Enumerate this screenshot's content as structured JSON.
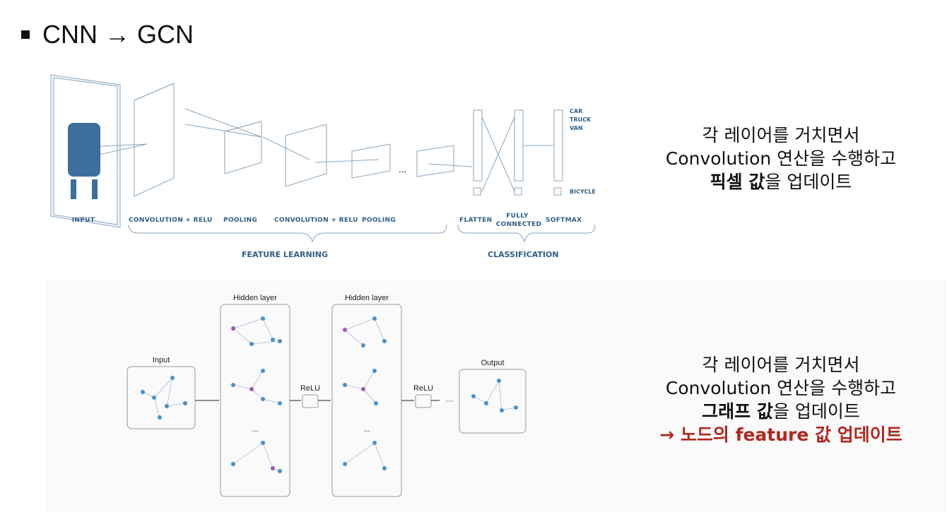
{
  "title": {
    "bullet": "▪",
    "text": "CNN → GCN"
  },
  "cnn": {
    "layer_labels": [
      "INPUT",
      "CONVOLUTION + RELU",
      "POOLING",
      "CONVOLUTION + RELU",
      "POOLING",
      "FLATTEN",
      "FULLY",
      "CONNECTED",
      "SOFTMAX"
    ],
    "class_labels": [
      "CAR",
      "TRUCK",
      "VAN",
      "BICYCLE"
    ],
    "group_labels": [
      "FEATURE LEARNING",
      "CLASSIFICATION"
    ],
    "ellipsis": "...",
    "vdots": "⋮"
  },
  "gcn": {
    "input": "Input",
    "hidden1": "Hidden layer",
    "hidden2": "Hidden layer",
    "relu1": "ReLU",
    "relu2": "ReLU",
    "output": "Output",
    "dots": "...",
    "dots2": "···"
  },
  "caption1": {
    "line1": "각 레이어를 거치면서",
    "line2": "Convolution 연산을 수행하고",
    "line3_bold": "픽셀 값",
    "line3_rest": "을 업데이트"
  },
  "caption2": {
    "line1": "각 레이어를 거치면서",
    "line2": "Convolution 연산을 수행하고",
    "line3_bold": "그래프 값",
    "line3_rest": "을 업데이트",
    "line4": "→ 노드의 feature 값 업데이트"
  },
  "colors": {
    "cnn_blue": "#3d6f9c",
    "node_blue": "#4a90c8",
    "node_purple": "#9b59b6",
    "accent_red": "#b3261e"
  }
}
